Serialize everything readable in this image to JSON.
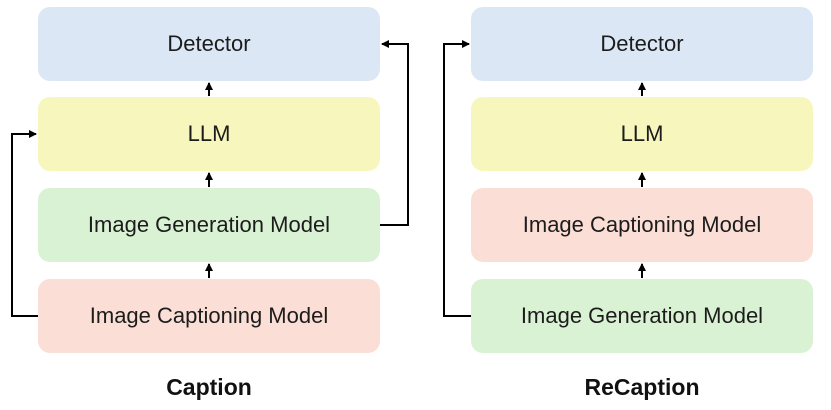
{
  "left_column": {
    "boxes": [
      {
        "label": "Detector"
      },
      {
        "label": "LLM"
      },
      {
        "label": "Image Generation Model"
      },
      {
        "label": "Image Captioning Model"
      }
    ],
    "caption": "Caption"
  },
  "right_column": {
    "boxes": [
      {
        "label": "Detector"
      },
      {
        "label": "LLM"
      },
      {
        "label": "Image Captioning Model"
      },
      {
        "label": "Image Generation Model"
      }
    ],
    "caption": "ReCaption"
  },
  "colors": {
    "detector": "#dbe7f5",
    "llm": "#f7f7bd",
    "generation": "#daf2d4",
    "captioning": "#fbdfd6",
    "arrow": "#000000"
  }
}
